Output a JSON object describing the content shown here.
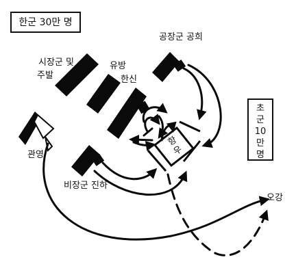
{
  "labels": {
    "han_army": "한군 30만 명",
    "chu_army": [
      "초",
      "군",
      "10",
      "만",
      "명"
    ],
    "gong": "공장군 공희",
    "gongjang": "시장군 및",
    "jubal": "주발",
    "yubang": "유방",
    "hanshin": "한신",
    "gwanyoung": "관영",
    "jin": "비장군 진하",
    "ogang": "오강",
    "hang_u": [
      "항",
      "우"
    ]
  },
  "colors": {
    "ink": "#0a0a0a",
    "paper": "#ffffff"
  }
}
